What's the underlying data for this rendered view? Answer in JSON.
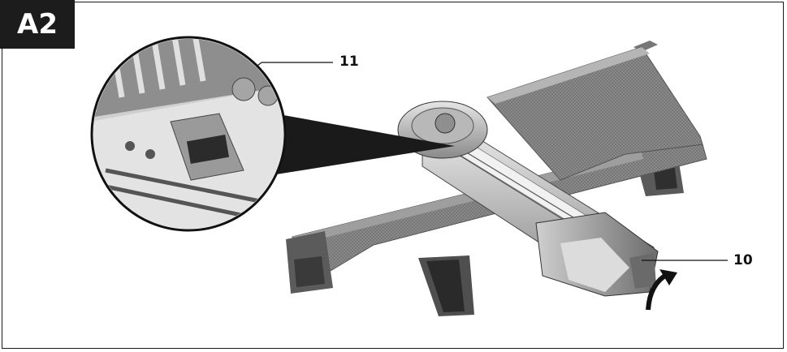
{
  "figure": {
    "tag": "A2",
    "callouts": [
      {
        "id": "11",
        "label": "11"
      },
      {
        "id": "10",
        "label": "10"
      }
    ]
  },
  "colors": {
    "frame": "#1a1a1a",
    "tag_bg": "#1c1c1c",
    "tag_text": "#ffffff",
    "metal_light": "#d9d9d9",
    "metal_mid": "#9a9a9a",
    "metal_dark": "#4a4a4a"
  }
}
